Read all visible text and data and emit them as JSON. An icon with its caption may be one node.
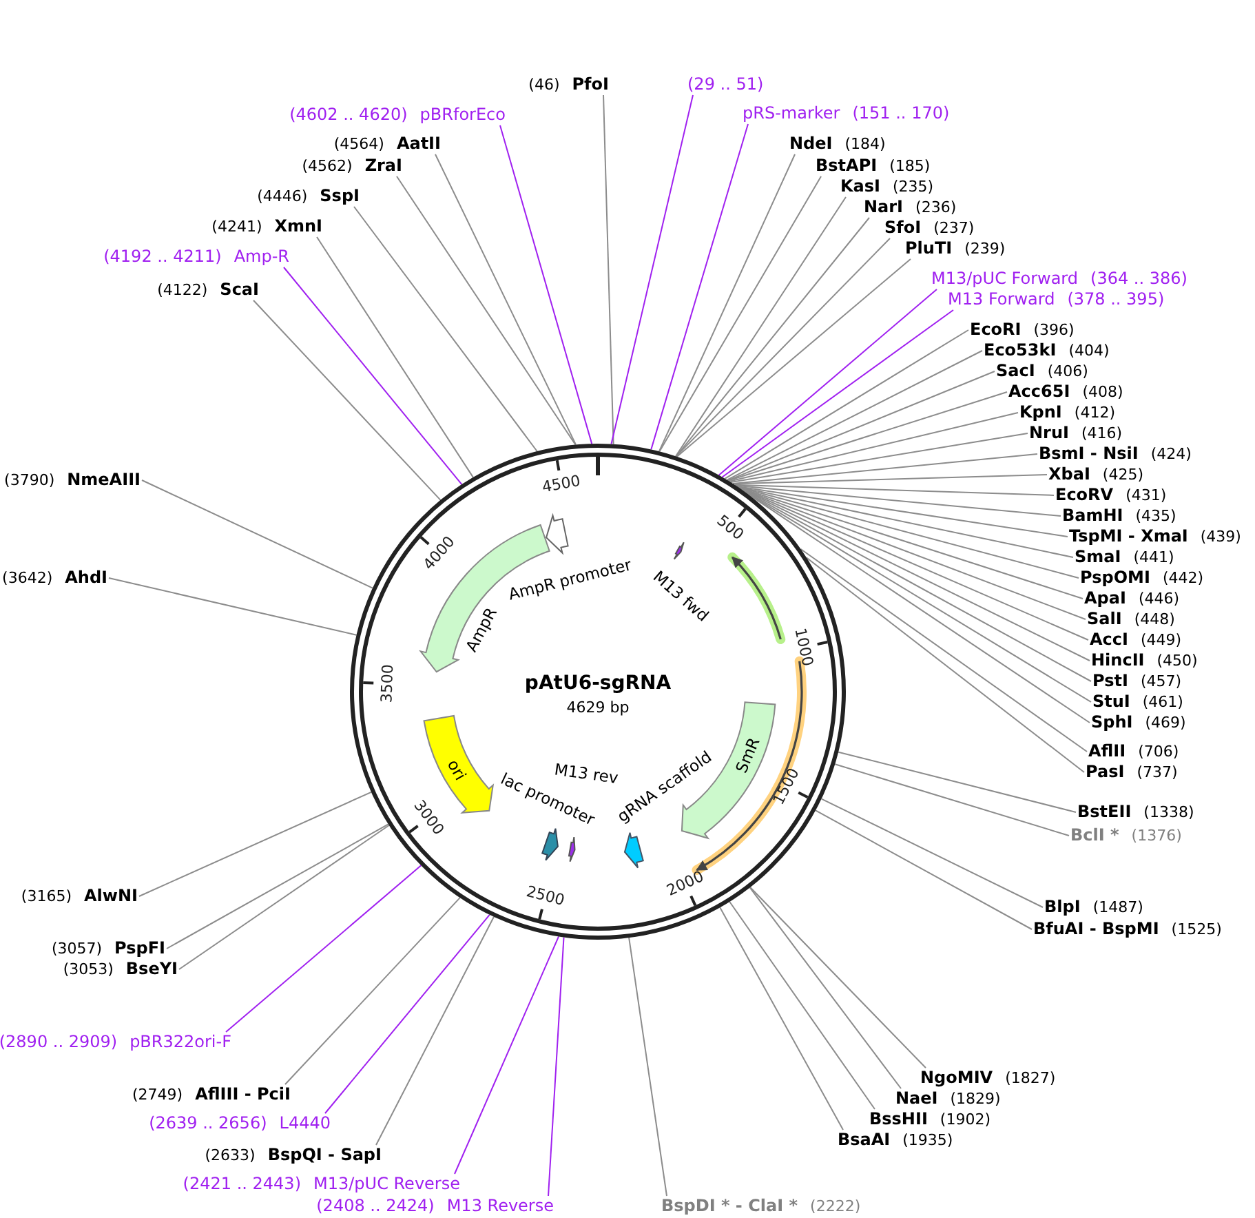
{
  "diagram": {
    "title": "pAtU6-sgRNA",
    "nodes": [
      {
        "text": [],
        "shape": "circle"
      },
      {
        "text": [
          "(46)",
          "PfoI"
        ]
      },
      {
        "text": [
          "(29 .. 51)"
        ]
      },
      {
        "text": [
          "pRS-marker",
          "(151 .. 170)"
        ]
      },
      {
        "text": [
          "NdeI",
          "(184)"
        ]
      },
      {
        "text": [
          "BstAPI",
          "(185)"
        ]
      },
      {
        "text": [
          "KasI",
          "(235)"
        ]
      },
      {
        "text": [
          "NarI",
          "(236)"
        ]
      },
      {
        "text": [
          "SfoI",
          "(237)"
        ]
      },
      {
        "text": [
          "PluTI",
          "(239)"
        ]
      },
      {
        "text": [
          "M13/pUC Forward",
          "(364 .. 386)"
        ]
      },
      {
        "text": [
          "M13 Forward",
          "(378 .. 395)"
        ]
      },
      {
        "text": [
          "EcoRI",
          "(396)"
        ]
      },
      {
        "text": [
          "Eco53kI",
          "(404)"
        ]
      },
      {
        "text": [
          "SacI",
          "(406)"
        ]
      },
      {
        "text": [
          "Acc65I",
          "(408)"
        ]
      },
      {
        "text": [
          "KpnI",
          "(412)"
        ]
      },
      {
        "text": [
          "NruI",
          "(416)"
        ]
      },
      {
        "text": [
          "BsmI - NsiI",
          "(424)"
        ]
      },
      {
        "text": [
          "XbaI",
          "(425)"
        ]
      },
      {
        "text": [
          "EcoRV",
          "(431)"
        ]
      },
      {
        "text": [
          "BamHI",
          "(435)"
        ]
      },
      {
        "text": [
          "TspMI - XmaI",
          "(439)"
        ]
      },
      {
        "text": [
          "SmaI",
          "(441)"
        ]
      },
      {
        "text": [
          "PspOMI",
          "(442)"
        ]
      },
      {
        "text": [
          "ApaI",
          "(446)"
        ]
      },
      {
        "text": [
          "SalI",
          "(448)"
        ]
      },
      {
        "text": [
          "AccI",
          "(449)"
        ]
      },
      {
        "text": [
          "HincII",
          "(450)"
        ]
      },
      {
        "text": [
          "PstI",
          "(457)"
        ]
      },
      {
        "text": [
          "StuI",
          "(461)"
        ]
      },
      {
        "text": [
          "SphI",
          "(469)"
        ]
      },
      {
        "text": [
          "AflII",
          "(706)"
        ]
      },
      {
        "text": [
          "PasI",
          "(737)"
        ]
      },
      {
        "text": [
          "BstEII",
          "(1338)"
        ]
      },
      {
        "text": [
          "BclI *",
          "(1376)"
        ]
      },
      {
        "text": [
          "BlpI",
          "(1487)"
        ]
      },
      {
        "text": [
          "BfuAI - BspMI",
          "(1525)"
        ]
      },
      {
        "text": [
          "NgoMIV",
          "(1827)"
        ]
      },
      {
        "text": [
          "NaeI",
          "(1829)"
        ]
      },
      {
        "text": [
          "BssHII",
          "(1902)"
        ]
      },
      {
        "text": [
          "BsaAI",
          "(1935)"
        ]
      },
      {
        "text": [
          "BspDI * - ClaI *",
          "(2222)"
        ]
      },
      {
        "text": [
          "(2408 .. 2424)",
          "M13 Reverse"
        ]
      },
      {
        "text": [
          "(2421 .. 2443)",
          "M13/pUC Reverse"
        ]
      },
      {
        "text": [
          "(2633)",
          "BspQI - SapI"
        ]
      },
      {
        "text": [
          "(2639 .. 2656)",
          "L4440"
        ]
      },
      {
        "text": [
          "(2749)",
          "AflIII - PciI"
        ]
      },
      {
        "text": [
          "(2890 .. 2909)",
          "pBR322ori-F"
        ]
      },
      {
        "text": [
          "(3053)",
          "BseYI"
        ]
      },
      {
        "text": [
          "(3057)",
          "PspFI"
        ]
      },
      {
        "text": [
          "(3165)",
          "AlwNI"
        ]
      },
      {
        "text": [
          "(3642)",
          "AhdI"
        ]
      },
      {
        "text": [
          "(3790)",
          "NmeAIII"
        ]
      },
      {
        "text": [
          "(4122)",
          "ScaI"
        ]
      },
      {
        "text": [
          "(4192 .. 4211)",
          "Amp-R"
        ]
      },
      {
        "text": [
          "(4241)",
          "XmnI"
        ]
      },
      {
        "text": [
          "(4446)",
          "SspI"
        ]
      },
      {
        "text": [
          "(4562)",
          "ZraI"
        ]
      },
      {
        "text": [
          "(4564)",
          "AatII"
        ]
      },
      {
        "text": [
          "(4602 .. 4620)",
          "pBRforEco"
        ]
      },
      {
        "text": [],
        "shape": "arrow",
        "beside": [
          "AmpR promoter"
        ],
        "in": 0
      },
      {
        "text": [],
        "shape": "arrow",
        "beside": [
          "AmpR"
        ],
        "in": 0
      },
      {
        "text": [
          "ori"
        ],
        "in": 0
      },
      {
        "text": [],
        "shape": "arrow",
        "beside": [
          "lac promoter"
        ],
        "in": 0
      },
      {
        "text": [],
        "shape": "arrow",
        "beside": [
          "M13 rev"
        ],
        "in": 0
      },
      {
        "text": [],
        "shape": "arrow",
        "beside": [
          "gRNA scaffold"
        ],
        "in": 0
      },
      {
        "text": [
          "SmR"
        ],
        "in": 0
      },
      {
        "text": [],
        "shape": "arrow",
        "beside": [
          "M13 fwd"
        ],
        "in": 0
      }
    ],
    "edges": [
      {
        "from": 1,
        "to": 0,
        "arrow": "none"
      },
      {
        "from": 2,
        "to": 0,
        "arrow": "none",
        "color": "#a020f0"
      },
      {
        "from": 3,
        "to": 0,
        "arrow": "none",
        "color": "#a020f0"
      },
      {
        "from": 4,
        "to": 0,
        "arrow": "none"
      },
      {
        "from": 5,
        "to": 0,
        "arrow": "none"
      },
      {
        "from": 6,
        "to": 0,
        "arrow": "none"
      },
      {
        "from": 7,
        "to": 0,
        "arrow": "none"
      },
      {
        "from": 8,
        "to": 0,
        "arrow": "none"
      },
      {
        "from": 9,
        "to": 0,
        "arrow": "none"
      },
      {
        "from": 10,
        "to": 0,
        "arrow": "none",
        "color": "#a020f0"
      },
      {
        "from": 11,
        "to": 0,
        "arrow": "none",
        "color": "#a020f0"
      },
      {
        "from": 12,
        "to": 0,
        "arrow": "none"
      },
      {
        "from": 13,
        "to": 0,
        "arrow": "none"
      },
      {
        "from": 14,
        "to": 0,
        "arrow": "none"
      },
      {
        "from": 15,
        "to": 0,
        "arrow": "none"
      },
      {
        "from": 16,
        "to": 0,
        "arrow": "none"
      },
      {
        "from": 17,
        "to": 0,
        "arrow": "none"
      },
      {
        "from": 18,
        "to": 0,
        "arrow": "none"
      },
      {
        "from": 19,
        "to": 0,
        "arrow": "none"
      },
      {
        "from": 20,
        "to": 0,
        "arrow": "none"
      },
      {
        "from": 21,
        "to": 0,
        "arrow": "none"
      },
      {
        "from": 22,
        "to": 0,
        "arrow": "none"
      },
      {
        "from": 23,
        "to": 0,
        "arrow": "none"
      },
      {
        "from": 24,
        "to": 0,
        "arrow": "none"
      },
      {
        "from": 25,
        "to": 0,
        "arrow": "none"
      },
      {
        "from": 26,
        "to": 0,
        "arrow": "none"
      },
      {
        "from": 27,
        "to": 0,
        "arrow": "none"
      },
      {
        "from": 28,
        "to": 0,
        "arrow": "none"
      },
      {
        "from": 29,
        "to": 0,
        "arrow": "none"
      },
      {
        "from": 30,
        "to": 0,
        "arrow": "none"
      },
      {
        "from": 31,
        "to": 0,
        "arrow": "none"
      },
      {
        "from": 32,
        "to": 0,
        "arrow": "none"
      },
      {
        "from": 33,
        "to": 0,
        "arrow": "none"
      },
      {
        "from": 34,
        "to": 0,
        "arrow": "none"
      },
      {
        "from": 35,
        "to": 0,
        "arrow": "none"
      },
      {
        "from": 36,
        "to": 0,
        "arrow": "none"
      },
      {
        "from": 37,
        "to": 0,
        "arrow": "none"
      },
      {
        "from": 38,
        "to": 0,
        "arrow": "none"
      },
      {
        "from": 39,
        "to": 0,
        "arrow": "none"
      },
      {
        "from": 40,
        "to": 0,
        "arrow": "none"
      },
      {
        "from": 41,
        "to": 0,
        "arrow": "none"
      },
      {
        "from": 42,
        "to": 0,
        "arrow": "none"
      },
      {
        "from": 43,
        "to": 0,
        "arrow": "none",
        "color": "#a020f0"
      },
      {
        "from": 44,
        "to": 0,
        "arrow": "none",
        "color": "#a020f0"
      },
      {
        "from": 45,
        "to": 0,
        "arrow": "none"
      },
      {
        "from": 46,
        "to": 0,
        "arrow": "none",
        "color": "#a020f0"
      },
      {
        "from": 47,
        "to": 0,
        "arrow": "none"
      },
      {
        "from": 48,
        "to": 0,
        "arrow": "none",
        "color": "#a020f0"
      },
      {
        "from": 49,
        "to": 0,
        "arrow": "none"
      },
      {
        "from": 50,
        "to": 0,
        "arrow": "none"
      },
      {
        "from": 51,
        "to": 0,
        "arrow": "none"
      },
      {
        "from": 52,
        "to": 0,
        "arrow": "none"
      },
      {
        "from": 53,
        "to": 0,
        "arrow": "none"
      },
      {
        "from": 54,
        "to": 0,
        "arrow": "none"
      },
      {
        "from": 55,
        "to": 0,
        "arrow": "none",
        "color": "#a020f0"
      },
      {
        "from": 56,
        "to": 0,
        "arrow": "none"
      },
      {
        "from": 57,
        "to": 0,
        "arrow": "none"
      },
      {
        "from": 58,
        "to": 0,
        "arrow": "none"
      },
      {
        "from": 59,
        "to": 0,
        "arrow": "none"
      },
      {
        "from": 60,
        "to": 0,
        "arrow": "none",
        "color": "#a020f0"
      }
    ],
    "labels": [
      "4629 bp",
      "500",
      "1000",
      "1500",
      "2000",
      "2500",
      "3000",
      "3500",
      "4000",
      "4500"
    ]
  }
}
